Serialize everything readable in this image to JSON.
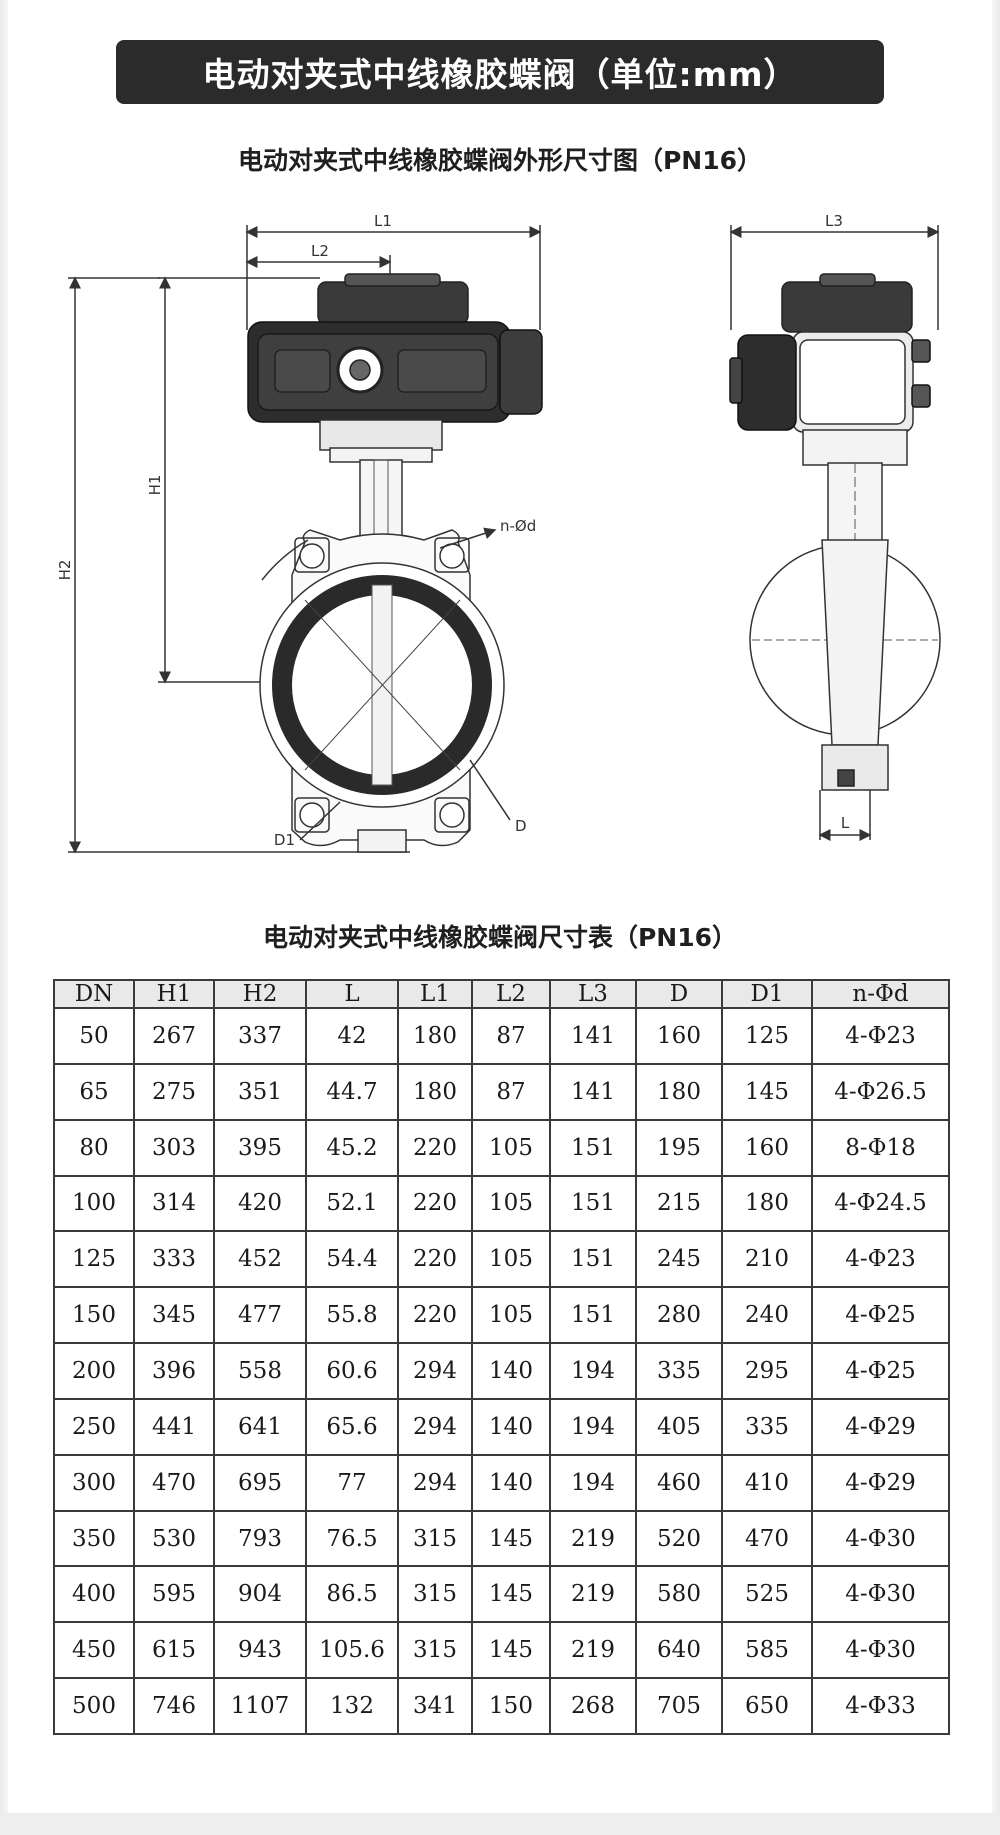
{
  "banner": {
    "title": "电动对夹式中线橡胶蝶阀（单位:mm）"
  },
  "drawing": {
    "title": "电动对夹式中线橡胶蝶阀外形尺寸图（PN16）",
    "labels": {
      "l1": "L1",
      "l2": "L2",
      "l3": "L3",
      "h1": "H1",
      "h2": "H2",
      "nd": "n-Ød",
      "d": "D",
      "d1": "D1",
      "l": "L"
    }
  },
  "table": {
    "title": "电动对夹式中线橡胶蝶阀尺寸表（PN16）",
    "headers": [
      "DN",
      "H1",
      "H2",
      "L",
      "L1",
      "L2",
      "L3",
      "D",
      "D1",
      "n-Φd"
    ],
    "rows": [
      [
        "50",
        "267",
        "337",
        "42",
        "180",
        "87",
        "141",
        "160",
        "125",
        "4-Φ23"
      ],
      [
        "65",
        "275",
        "351",
        "44.7",
        "180",
        "87",
        "141",
        "180",
        "145",
        "4-Φ26.5"
      ],
      [
        "80",
        "303",
        "395",
        "45.2",
        "220",
        "105",
        "151",
        "195",
        "160",
        "8-Φ18"
      ],
      [
        "100",
        "314",
        "420",
        "52.1",
        "220",
        "105",
        "151",
        "215",
        "180",
        "4-Φ24.5"
      ],
      [
        "125",
        "333",
        "452",
        "54.4",
        "220",
        "105",
        "151",
        "245",
        "210",
        "4-Φ23"
      ],
      [
        "150",
        "345",
        "477",
        "55.8",
        "220",
        "105",
        "151",
        "280",
        "240",
        "4-Φ25"
      ],
      [
        "200",
        "396",
        "558",
        "60.6",
        "294",
        "140",
        "194",
        "335",
        "295",
        "4-Φ25"
      ],
      [
        "250",
        "441",
        "641",
        "65.6",
        "294",
        "140",
        "194",
        "405",
        "335",
        "4-Φ29"
      ],
      [
        "300",
        "470",
        "695",
        "77",
        "294",
        "140",
        "194",
        "460",
        "410",
        "4-Φ29"
      ],
      [
        "350",
        "530",
        "793",
        "76.5",
        "315",
        "145",
        "219",
        "520",
        "470",
        "4-Φ30"
      ],
      [
        "400",
        "595",
        "904",
        "86.5",
        "315",
        "145",
        "219",
        "580",
        "525",
        "4-Φ30"
      ],
      [
        "450",
        "615",
        "943",
        "105.6",
        "315",
        "145",
        "219",
        "640",
        "585",
        "4-Φ30"
      ],
      [
        "500",
        "746",
        "1107",
        "132",
        "341",
        "150",
        "268",
        "705",
        "650",
        "4-Φ33"
      ]
    ]
  }
}
